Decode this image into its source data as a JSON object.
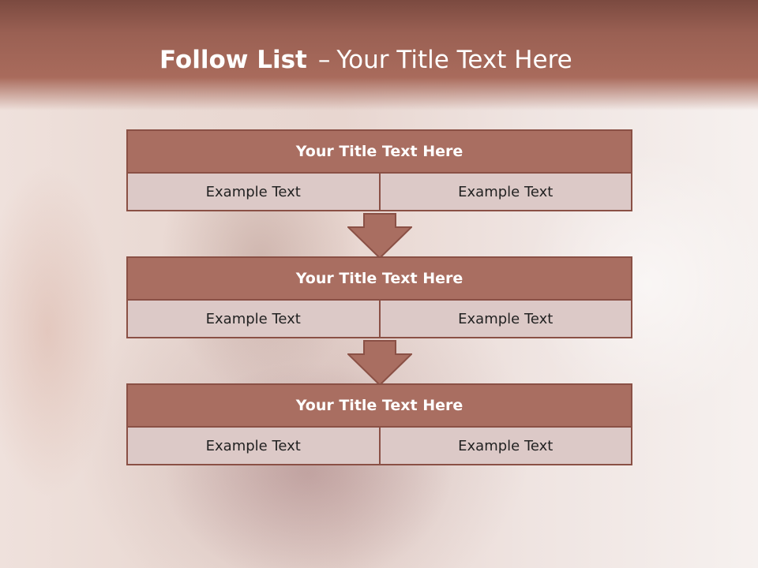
{
  "slide": {
    "title_bold": "Follow List",
    "title_separator": "–",
    "title_rest": "Your Title Text Here"
  },
  "blocks": [
    {
      "title": "Your Title Text Here",
      "left": "Example Text",
      "right": "Example Text"
    },
    {
      "title": "Your Title Text Here",
      "left": "Example Text",
      "right": "Example Text"
    },
    {
      "title": "Your Title Text Here",
      "left": "Example Text",
      "right": "Example Text"
    }
  ],
  "colors": {
    "header": "#a96b5c",
    "block_title_fill": "#a96e61",
    "block_border": "#8a5045",
    "cell_fill": "#dcc9c7",
    "arrow_fill": "#a96e61"
  },
  "icons": [
    "down-arrow-icon",
    "down-arrow-icon"
  ]
}
